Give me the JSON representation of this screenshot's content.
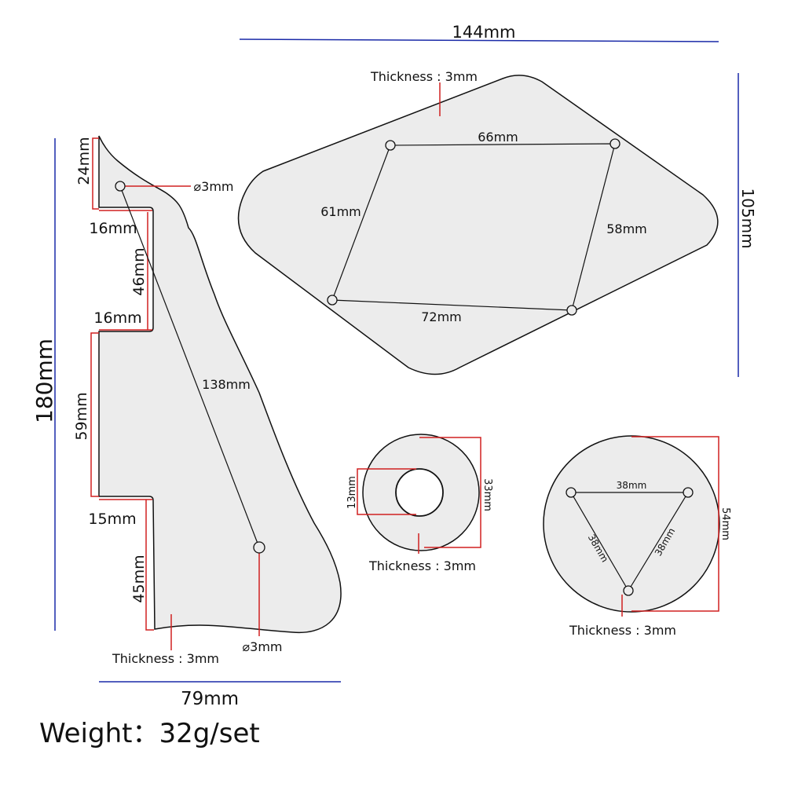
{
  "colors": {
    "dimension_red": "#d02020",
    "dimension_blue": "#1a2aa8",
    "part_fill": "#ececec"
  },
  "top_plate": {
    "width": "144mm",
    "height": "105mm",
    "thickness": "Thickness : 3mm",
    "top": "66mm",
    "left": "61mm",
    "right": "58mm",
    "bottom": "72mm"
  },
  "pickguard": {
    "height": "180mm",
    "width": "79mm",
    "seg1": "24mm",
    "step1": "16mm",
    "seg2": "46mm",
    "step2": "16mm",
    "seg3": "59mm",
    "step3": "15mm",
    "seg4": "45mm",
    "diagonal": "138mm",
    "hole_top": "⌀3mm",
    "hole_bottom": "⌀3mm",
    "thickness": "Thickness : 3mm"
  },
  "ring": {
    "outer": "33mm",
    "inner": "13mm",
    "thickness": "Thickness : 3mm"
  },
  "disc": {
    "diameter": "54mm",
    "side_top": "38mm",
    "side_left": "38mm",
    "side_right": "38mm",
    "thickness": "Thickness : 3mm"
  },
  "weight": "Weight：32g/set"
}
